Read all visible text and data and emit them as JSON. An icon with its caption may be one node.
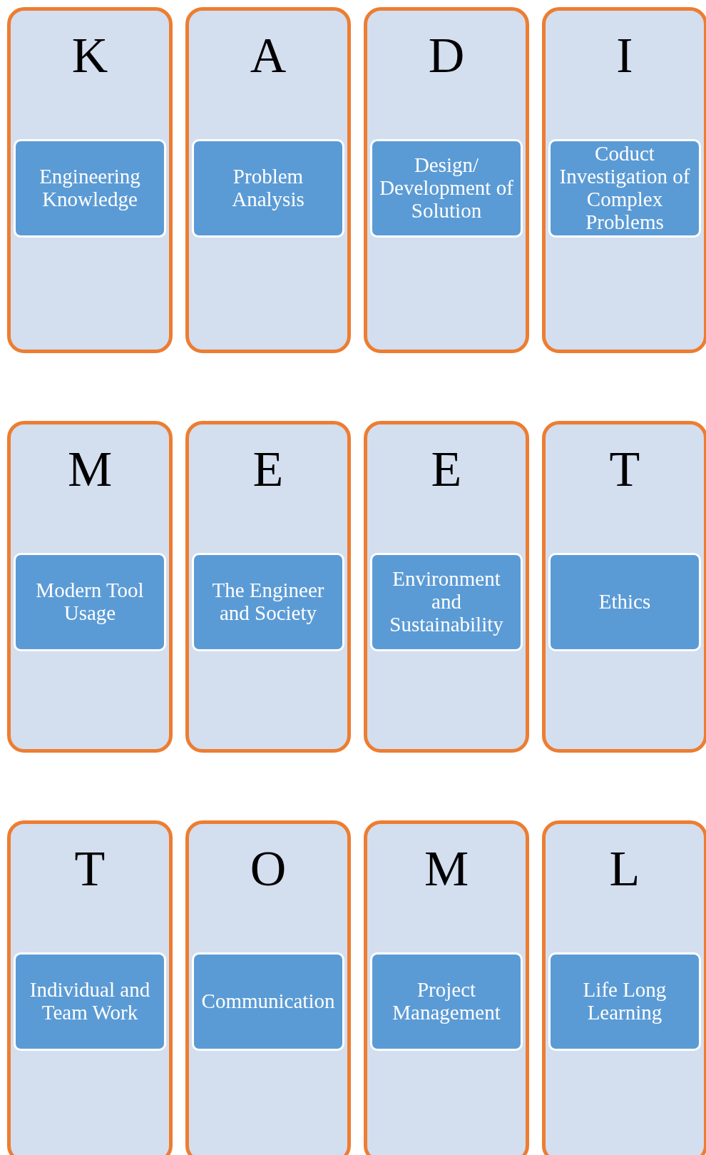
{
  "diagram": {
    "nodes": [
      {
        "text": [
          "K"
        ]
      },
      {
        "text": [
          "Engineering Knowledge"
        ],
        "in": 0
      },
      {
        "text": [
          "A"
        ]
      },
      {
        "text": [
          "Problem Analysis"
        ],
        "in": 2
      },
      {
        "text": [
          "D"
        ]
      },
      {
        "text": [
          "Design/ Development of Solution"
        ],
        "in": 4
      },
      {
        "text": [
          "I"
        ]
      },
      {
        "text": [
          "Coduct Investigation of Complex Problems"
        ],
        "in": 6
      },
      {
        "text": [
          "M"
        ]
      },
      {
        "text": [
          "Modern Tool Usage"
        ],
        "in": 8
      },
      {
        "text": [
          "E"
        ]
      },
      {
        "text": [
          "The Engineer and Society"
        ],
        "in": 10
      },
      {
        "text": [
          "E"
        ]
      },
      {
        "text": [
          "Environment and Sustainability"
        ],
        "in": 12
      },
      {
        "text": [
          "T"
        ]
      },
      {
        "text": [
          "Ethics"
        ],
        "in": 14
      },
      {
        "text": [
          "T"
        ]
      },
      {
        "text": [
          "Individual and Team Work"
        ],
        "in": 16
      },
      {
        "text": [
          "O"
        ]
      },
      {
        "text": [
          "Communication"
        ],
        "in": 18
      },
      {
        "text": [
          "M"
        ]
      },
      {
        "text": [
          "Project Management"
        ],
        "in": 20
      },
      {
        "text": [
          "L"
        ]
      },
      {
        "text": [
          "Life Long Learning"
        ],
        "in": 22
      }
    ],
    "edges": []
  }
}
